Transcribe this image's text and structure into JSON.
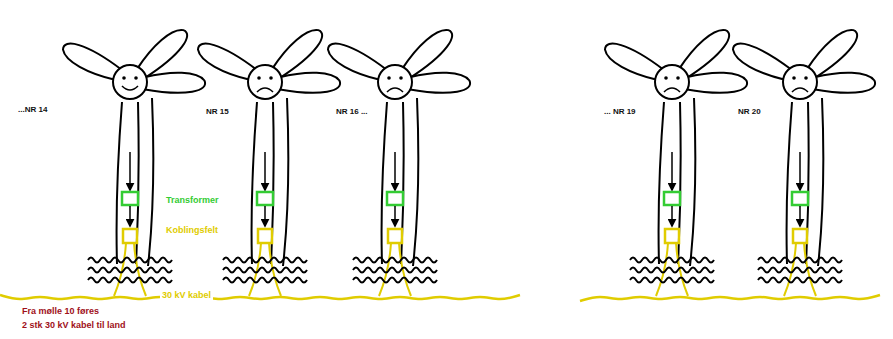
{
  "diagram": {
    "labels": [
      "...NR 14",
      "NR 15",
      "NR 16 ...",
      "... NR 19",
      "NR 20",
      "Transformer",
      "Koblingsfelt",
      "30 kV kabel",
      "Fra mølle 10 føres",
      "2 stk 30 kV kabel til land"
    ]
  }
}
